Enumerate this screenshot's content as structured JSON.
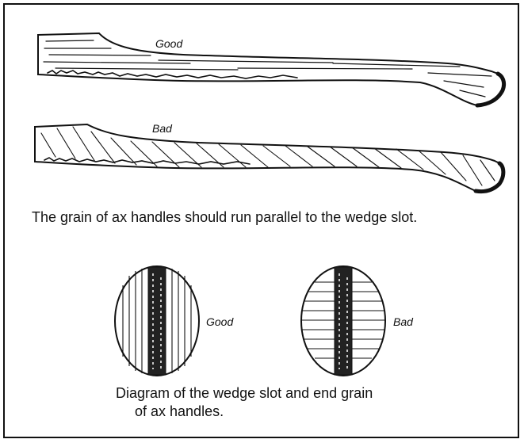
{
  "handles": {
    "good_label": "Good",
    "bad_label": "Bad",
    "caption": "The grain of ax handles should run parallel to the wedge slot."
  },
  "end_grain": {
    "good_label": "Good",
    "bad_label": "Bad",
    "caption_line1": "Diagram of the wedge slot and end grain",
    "caption_line2": "of ax handles."
  }
}
